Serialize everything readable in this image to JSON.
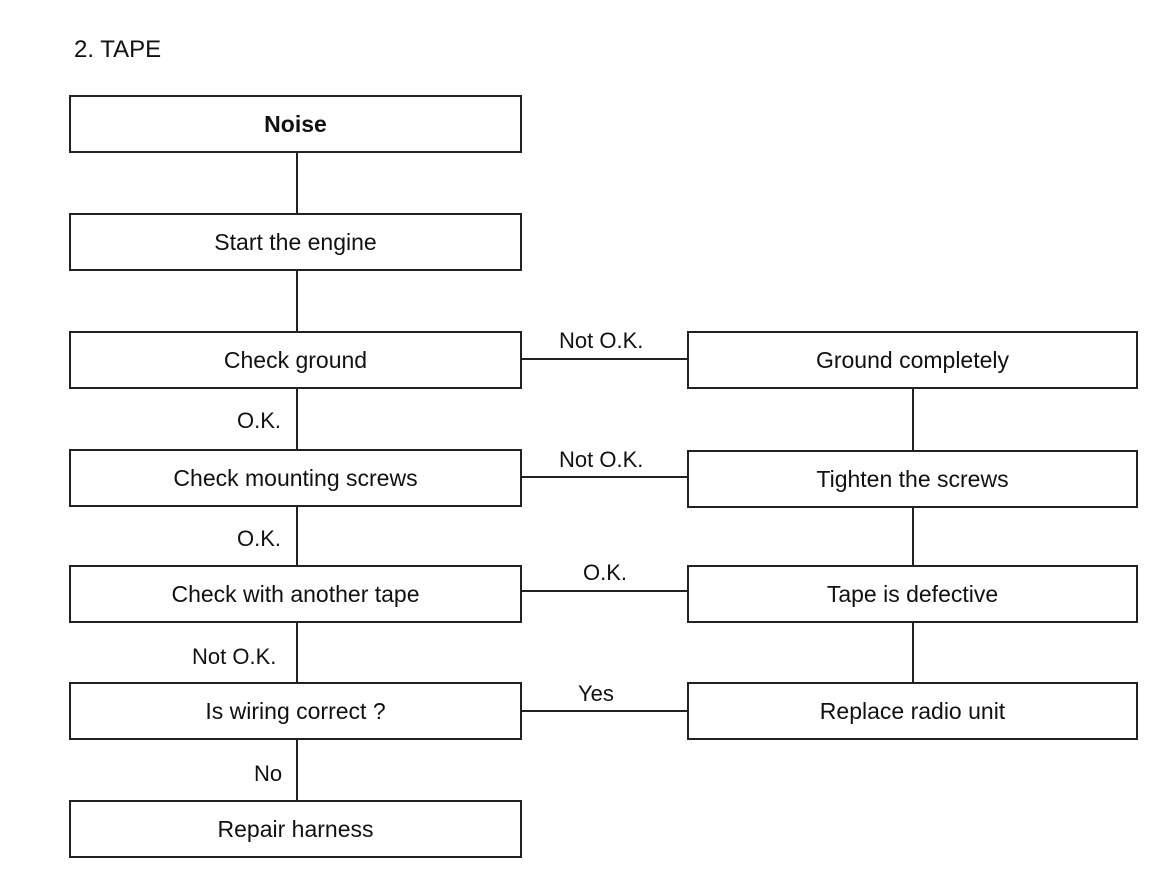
{
  "title": "2. TAPE",
  "boxes": {
    "noise": "Noise",
    "start_engine": "Start the engine",
    "check_ground": "Check ground",
    "check_screws": "Check mounting screws",
    "check_tape": "Check with another tape",
    "wiring": "Is wiring correct ?",
    "repair": "Repair harness",
    "ground_completely": "Ground completely",
    "tighten": "Tighten the screws",
    "tape_defective": "Tape is defective",
    "replace_radio": "Replace radio unit"
  },
  "labels": {
    "ground_not_ok": "Not O.K.",
    "ground_ok": "O.K.",
    "screws_not_ok": "Not O.K.",
    "screws_ok": "O.K.",
    "tape_ok": "O.K.",
    "tape_not_ok": "Not O.K.",
    "wiring_yes": "Yes",
    "wiring_no": "No"
  }
}
